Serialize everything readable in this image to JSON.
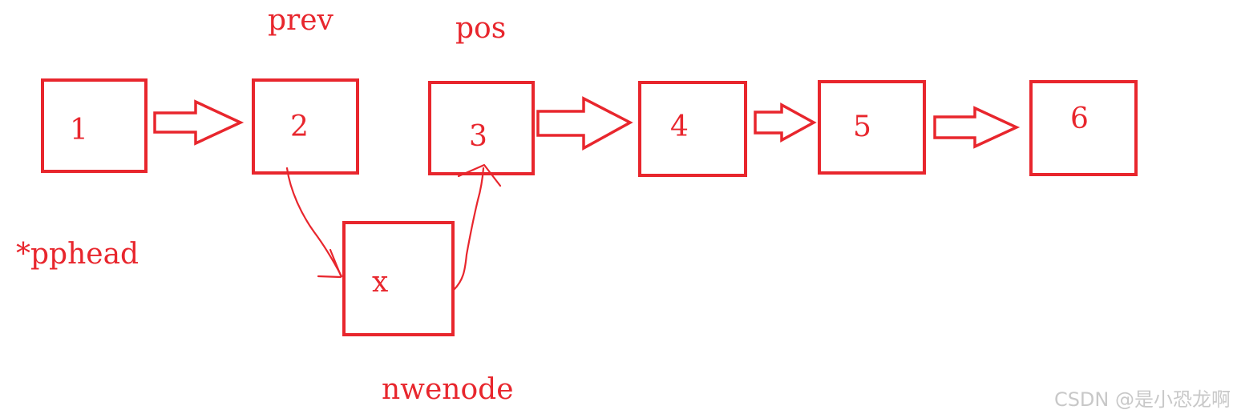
{
  "diagram": {
    "accent_color": "#e8262d",
    "nodes": [
      "1",
      "2",
      "3",
      "4",
      "5",
      "6"
    ],
    "new_node": "x",
    "labels": {
      "prev": "prev",
      "pos": "pos",
      "head": "*pphead",
      "new_node_name": "nwenode"
    },
    "connections": [
      {
        "from": "1",
        "to": "2",
        "style": "block-arrow"
      },
      {
        "from": "3",
        "to": "4",
        "style": "block-arrow"
      },
      {
        "from": "4",
        "to": "5",
        "style": "block-arrow"
      },
      {
        "from": "5",
        "to": "6",
        "style": "block-arrow"
      },
      {
        "from": "2",
        "to": "x",
        "style": "hand-drawn-arrow"
      },
      {
        "from": "x",
        "to": "3",
        "style": "hand-drawn-arrow"
      }
    ]
  },
  "watermark": "CSDN @是小恐龙啊"
}
